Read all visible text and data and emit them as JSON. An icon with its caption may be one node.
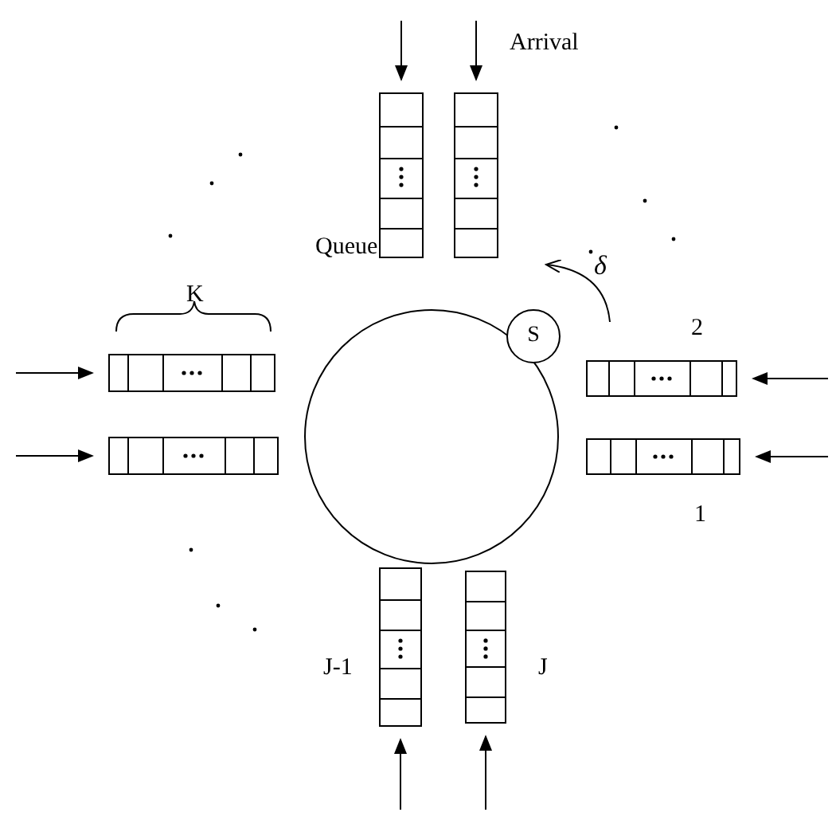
{
  "diagram": {
    "nodes": [
      {
        "text": [],
        "shape": "circle"
      },
      {
        "text": [
          "S"
        ]
      },
      {
        "text": [],
        "shape": "box",
        "beside": [
          "Queue"
        ]
      },
      {
        "text": [],
        "shape": "box"
      },
      {
        "text": [],
        "shape": "box",
        "beside": [
          "K"
        ]
      },
      {
        "text": [],
        "shape": "box",
        "beside": [
          "2"
        ]
      },
      {
        "text": [],
        "shape": "box"
      },
      {
        "text": [],
        "shape": "box",
        "beside": [
          "1"
        ]
      },
      {
        "text": [],
        "shape": "box",
        "beside": [
          "J-1"
        ]
      },
      {
        "text": [],
        "shape": "box",
        "beside": [
          "J"
        ]
      }
    ],
    "edges": [
      {
        "from": null,
        "to": 2,
        "arrow": "to"
      },
      {
        "from": null,
        "to": 3,
        "arrow": "to"
      },
      {
        "from": null,
        "to": 4,
        "arrow": "to"
      },
      {
        "from": null,
        "to": 5,
        "arrow": "to"
      },
      {
        "from": null,
        "to": 6,
        "arrow": "to"
      },
      {
        "from": null,
        "to": 7,
        "arrow": "to"
      },
      {
        "from": null,
        "to": 8,
        "arrow": "to"
      },
      {
        "from": null,
        "to": 9,
        "arrow": "to"
      }
    ],
    "labels": [
      "Arrival",
      "δ"
    ]
  }
}
